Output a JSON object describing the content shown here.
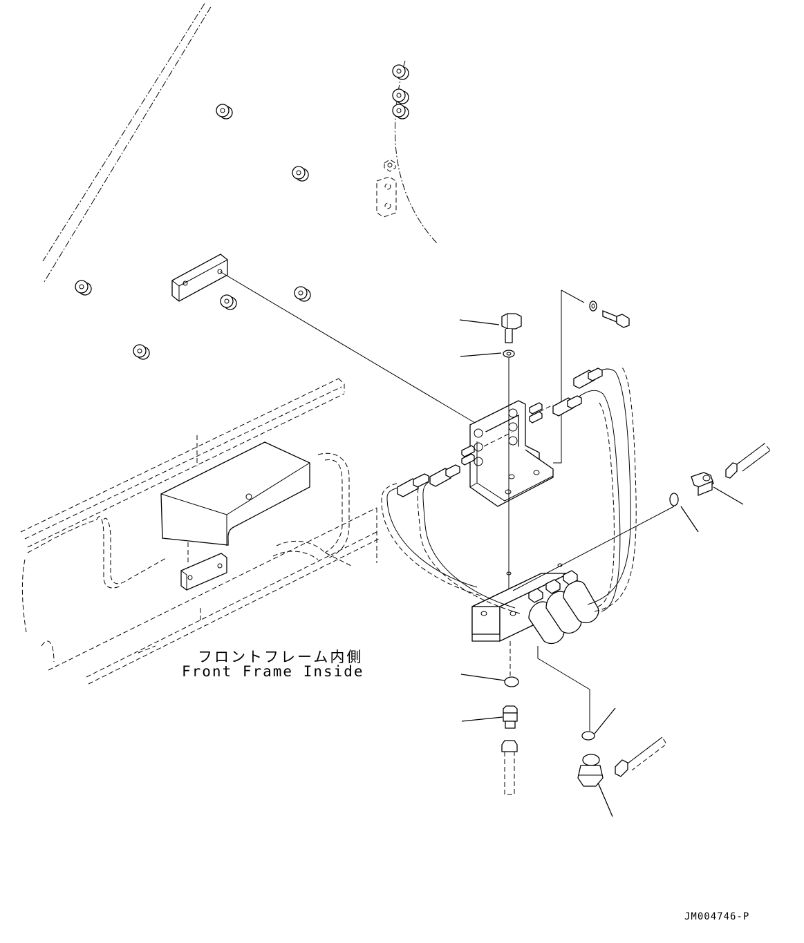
{
  "diagram": {
    "label_jp": "フロントフレーム内側",
    "label_en": "Front Frame Inside",
    "drawing_id": "JM004746-P"
  }
}
